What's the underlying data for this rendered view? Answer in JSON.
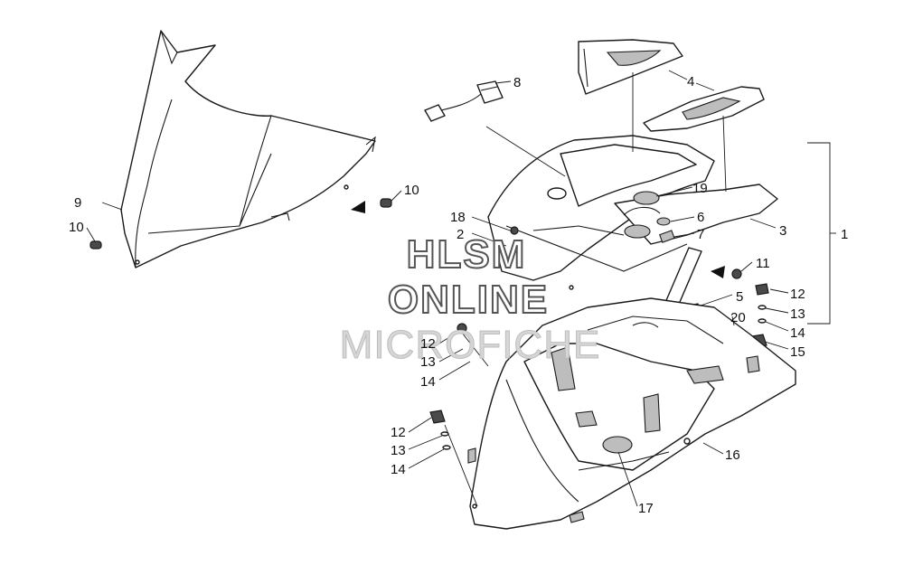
{
  "watermark": {
    "line1": "HLSM",
    "line2": "ONLINE",
    "line3": "MICROFICHE"
  },
  "callouts": {
    "c1": "1",
    "c2": "2",
    "c3": "3",
    "c4": "4",
    "c5": "5",
    "c6": "6",
    "c7": "7",
    "c8": "8",
    "c9": "9",
    "c10a": "10",
    "c10b": "10",
    "c11": "11",
    "c12a": "12",
    "c12b": "12",
    "c12c": "12",
    "c13a": "13",
    "c13b": "13",
    "c13c": "13",
    "c14a": "14",
    "c14b": "14",
    "c14c": "14",
    "c15": "15",
    "c16": "16",
    "c17": "17",
    "c18": "18",
    "c19": "19",
    "c20": "20"
  }
}
